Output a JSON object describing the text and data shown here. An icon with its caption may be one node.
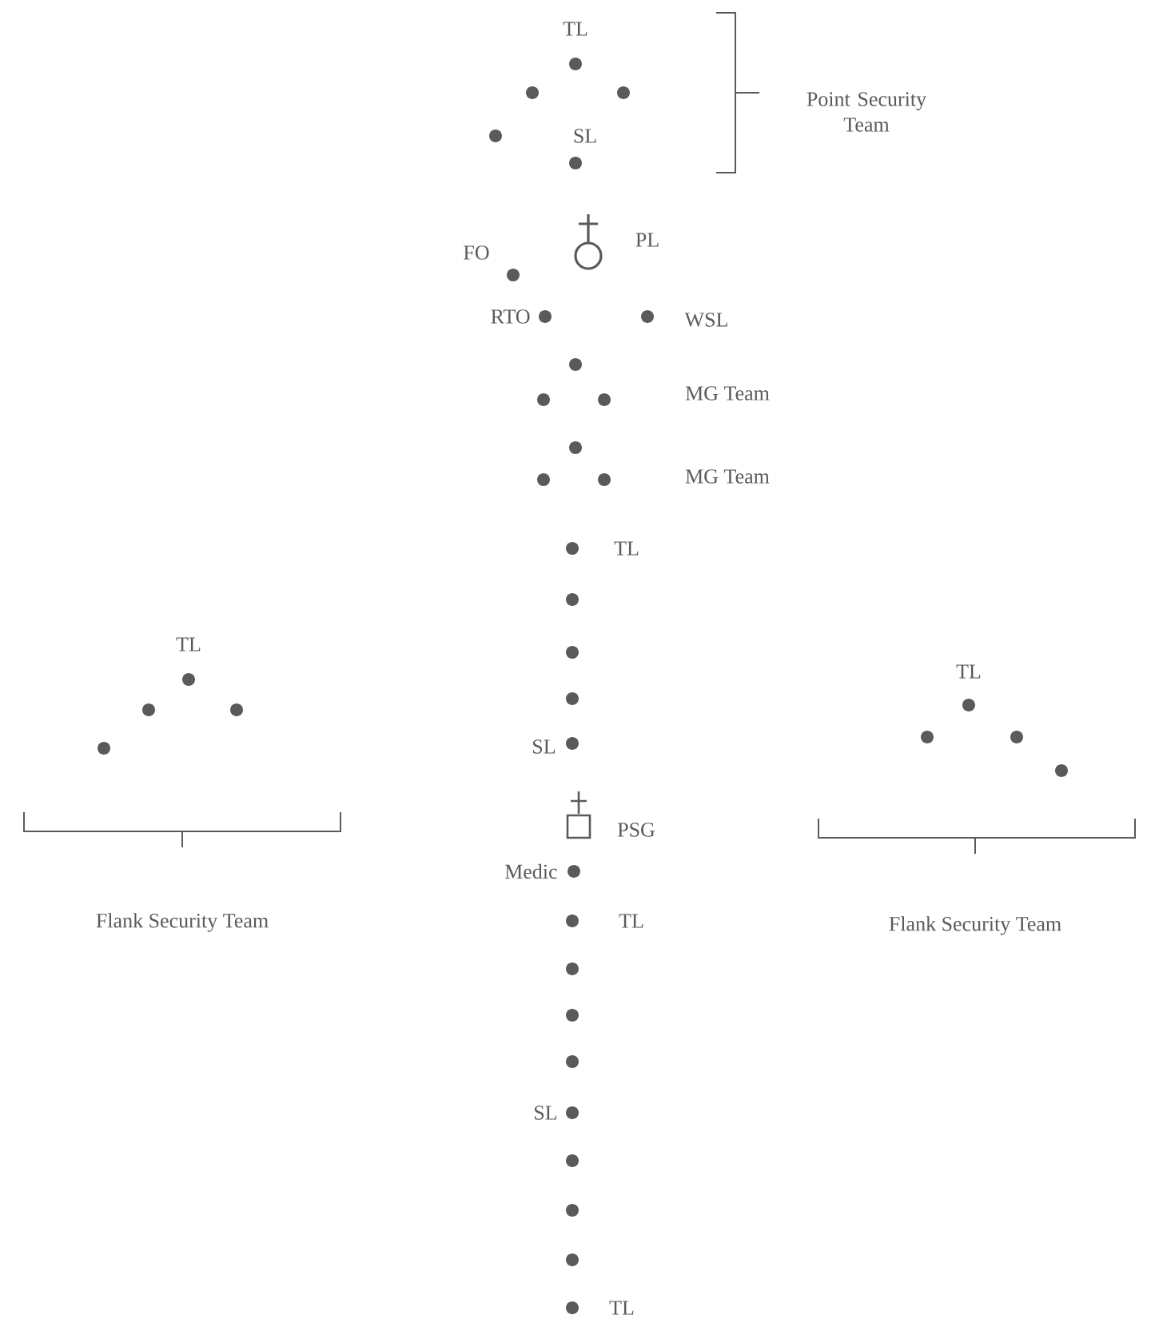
{
  "diagram": {
    "labels": [
      "TL",
      "SL",
      "Point Security Team",
      "FO",
      "PL",
      "RTO",
      "WSL",
      "MG Team",
      "MG Team",
      "TL",
      "TL",
      "TL",
      "SL",
      "PSG",
      "Medic",
      "Flank Security Team",
      "TL",
      "Flank Security Team",
      "SL",
      "TL"
    ]
  }
}
